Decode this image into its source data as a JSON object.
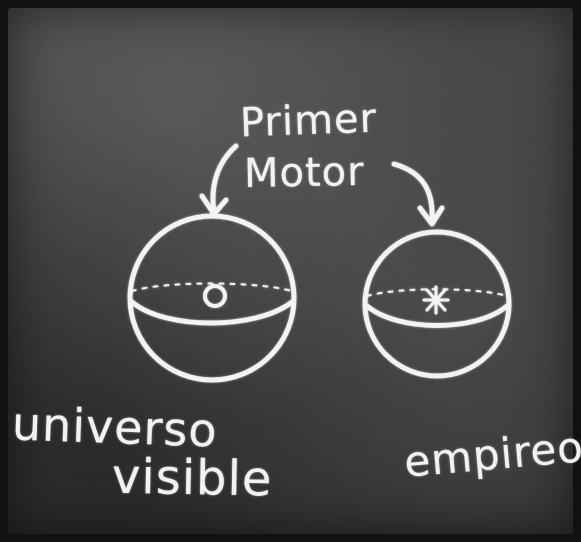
{
  "diagram": {
    "labels": {
      "primer": "Primer",
      "motor": "Motor",
      "universo": "universo",
      "visible": "visible",
      "empireo": "empireo"
    },
    "colors": {
      "chalk": "#f3f3f3",
      "board": "#404040"
    }
  }
}
